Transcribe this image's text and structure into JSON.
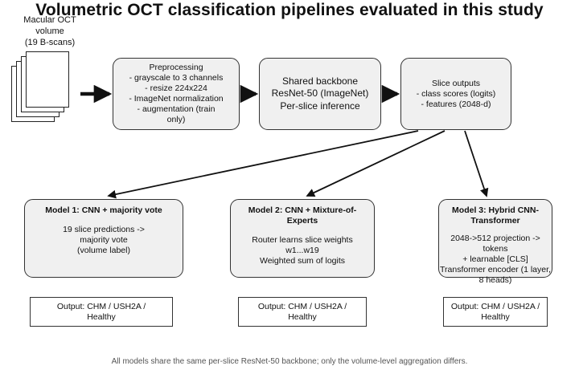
{
  "title": "Volumetric OCT classification pipelines evaluated in this study",
  "input": {
    "lines": [
      "Macular OCT",
      "volume",
      "(19 B-scans)"
    ]
  },
  "preprocessing": {
    "lines": [
      "Preprocessing",
      "- grayscale to 3 channels",
      "- resize 224x224",
      "- ImageNet normalization",
      "- augmentation (train",
      "only)"
    ]
  },
  "backbone": {
    "lines": [
      "Shared backbone",
      "ResNet-50 (ImageNet)",
      "Per-slice inference"
    ]
  },
  "slice_outputs": {
    "lines": [
      "Slice outputs",
      "- class scores (logits)",
      "- features (2048-d)"
    ]
  },
  "models": [
    {
      "title_lines": [
        "Model 1: CNN + majority vote"
      ],
      "body_lines": [
        "19 slice predictions ->",
        "majority vote",
        "(volume label)"
      ],
      "output_lines": [
        "Output: CHM / USH2A /",
        "Healthy"
      ]
    },
    {
      "title_lines": [
        "Model 2: CNN + Mixture-of-",
        "Experts"
      ],
      "body_lines": [
        "Router learns slice weights",
        "w1...w19",
        "Weighted sum of logits"
      ],
      "output_lines": [
        "Output: CHM / USH2A /",
        "Healthy"
      ]
    },
    {
      "title_lines": [
        "Model 3: Hybrid CNN-",
        "Transformer"
      ],
      "body_lines": [
        "2048->512 projection ->",
        "tokens",
        "+ learnable [CLS]",
        "Transformer encoder (1 layer,",
        "8 heads)"
      ],
      "output_lines": [
        "Output: CHM / USH2A /",
        "Healthy"
      ]
    }
  ],
  "footnote": "All models share the same per-slice ResNet-50 backbone; only the volume-level aggregation differs."
}
